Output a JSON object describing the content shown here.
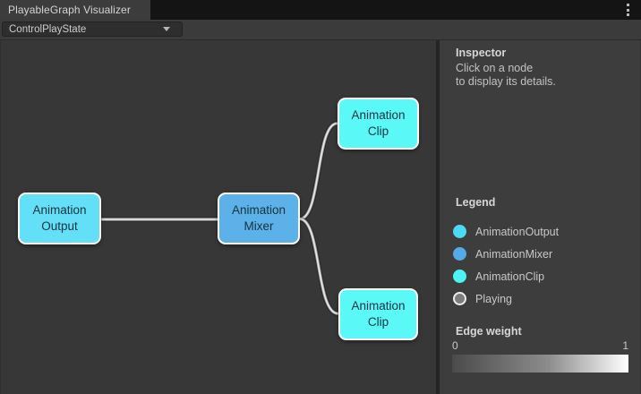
{
  "window": {
    "title": "PlayableGraph Visualizer",
    "menu_icon": "kebab-menu-icon"
  },
  "toolbar": {
    "graph_selector": {
      "value": "ControlPlayState",
      "icon": "dropdown-arrow-icon"
    }
  },
  "graph": {
    "nodes": [
      {
        "id": "animation-output",
        "label": "Animation Output",
        "color": "#64dff8"
      },
      {
        "id": "animation-mixer",
        "label": "Animation Mixer",
        "color": "#5cb1e8"
      },
      {
        "id": "animation-clip-top",
        "label": "Animation Clip",
        "color": "#5bf8f8"
      },
      {
        "id": "animation-clip-bottom",
        "label": "Animation Clip",
        "color": "#5bf8f8"
      }
    ],
    "edges": [
      {
        "from": "animation-output",
        "to": "animation-mixer",
        "color": "#e8e8e8"
      },
      {
        "from": "animation-mixer",
        "to": "animation-clip-top",
        "color": "#e8e8e8"
      },
      {
        "from": "animation-mixer",
        "to": "animation-clip-bottom",
        "color": "#e8e8e8"
      }
    ]
  },
  "inspector": {
    "title": "Inspector",
    "hint_line1": "Click on a node",
    "hint_line2": "to display its details.",
    "legend": {
      "title": "Legend",
      "items": [
        {
          "label": "AnimationOutput",
          "color": "#4ed9f2"
        },
        {
          "label": "AnimationMixer",
          "color": "#55a9e4"
        },
        {
          "label": "AnimationClip",
          "color": "#4df2f2"
        },
        {
          "label": "Playing",
          "color": "#7d7d7d"
        }
      ]
    },
    "edge_weight": {
      "title": "Edge weight",
      "min": "0",
      "max": "1",
      "gradient_start": "#4a4a4a",
      "gradient_end": "#ffffff"
    }
  }
}
